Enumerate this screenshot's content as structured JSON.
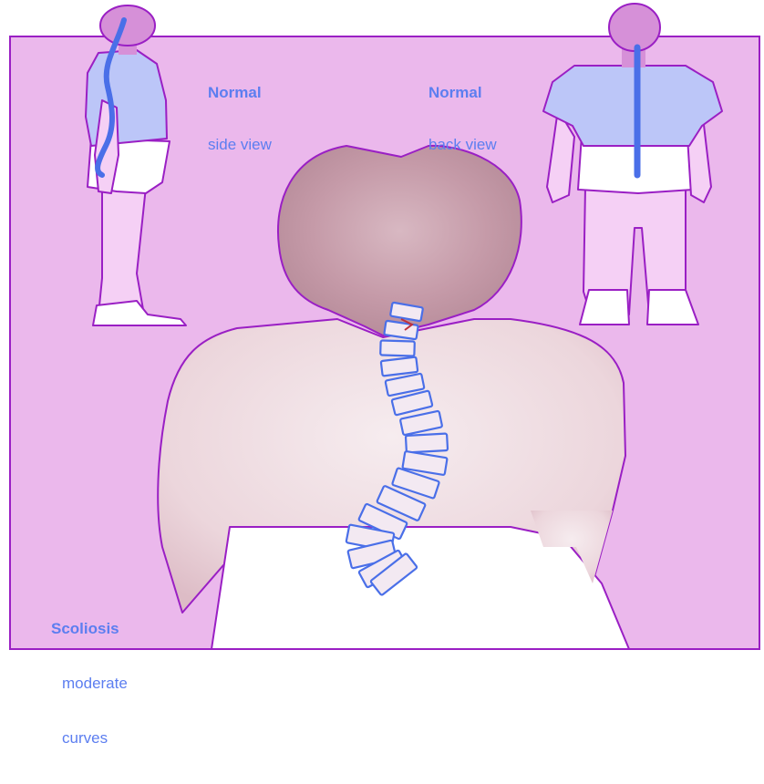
{
  "labels": {
    "side_view": {
      "title": "Normal",
      "subtitle": "side view"
    },
    "back_view": {
      "title": "Normal",
      "subtitle": "back view"
    },
    "scoliosis": {
      "title": "Scoliosis",
      "line2": "moderate",
      "line3": "curves"
    }
  },
  "colors": {
    "panel": "#ebb8ec",
    "outline": "#a020c8",
    "shirt": "#bcc6f8",
    "skin": "#f5d0f5",
    "spine": "#4a6fe8",
    "hair": "#c7a2b0",
    "label": "#5c7ef0"
  },
  "vertebra_count": 16
}
